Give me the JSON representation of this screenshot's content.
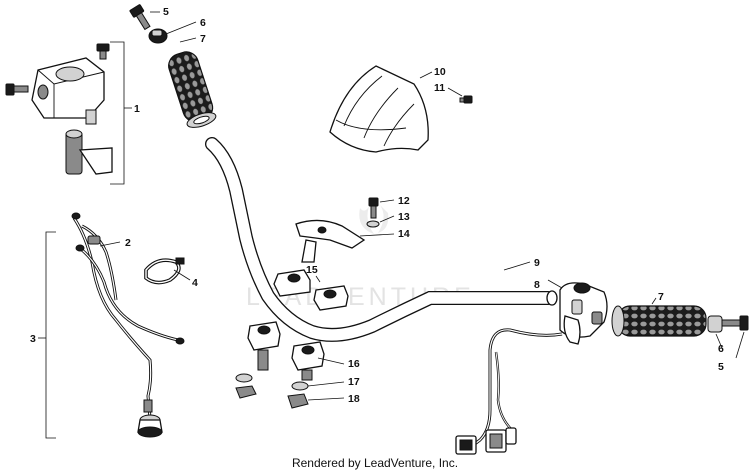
{
  "watermark": "LEADVENTURE",
  "footer": "Rendered by LeadVenture, Inc.",
  "callouts": {
    "c1": "1",
    "c2": "2",
    "c3": "3",
    "c4": "4",
    "c5a": "5",
    "c6a": "6",
    "c7a": "7",
    "c7b": "7",
    "c6b": "6",
    "c5b": "5",
    "c8": "8",
    "c9": "9",
    "c10": "10",
    "c11": "11",
    "c12": "12",
    "c13": "13",
    "c14": "14",
    "c15": "15",
    "c16": "16",
    "c17": "17",
    "c18": "18"
  }
}
